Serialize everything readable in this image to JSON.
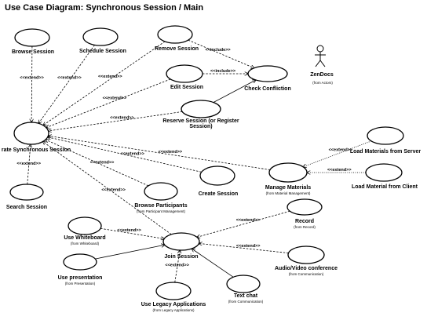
{
  "diagram": {
    "title": "Use Case Diagram: Synchronous Session / Main",
    "use_cases": [
      {
        "id": "browse_session",
        "label": "Browse Session"
      },
      {
        "id": "schedule_session",
        "label": "Schedule Session"
      },
      {
        "id": "remove_session",
        "label": "Remove Session"
      },
      {
        "id": "edit_session",
        "label": "Edit Session"
      },
      {
        "id": "check_conflict",
        "label": "Check Confliction"
      },
      {
        "id": "reserve_session",
        "label": "Reserve Session (or Register",
        "label2": "Session)"
      },
      {
        "id": "sync_session",
        "label": "rate Synchronous Session"
      },
      {
        "id": "search_session",
        "label": "Search Session"
      },
      {
        "id": "browse_participants",
        "label": "Browse Participants",
        "sub": "(from Participant Management)"
      },
      {
        "id": "create_session",
        "label": "Create Session"
      },
      {
        "id": "manage_materials",
        "label": "Manage Materials",
        "sub": "(from Material Management)"
      },
      {
        "id": "load_from_server",
        "label": "Load Materials from Server"
      },
      {
        "id": "load_from_client",
        "label": "Load Material from Client"
      },
      {
        "id": "record",
        "label": "Record",
        "sub": "(from Record)"
      },
      {
        "id": "use_whiteboard",
        "label": "Use Whiteboard",
        "sub": "(from Whiteboard)"
      },
      {
        "id": "join_session",
        "label": "Join Session"
      },
      {
        "id": "audio_video",
        "label": "Audio/Video conference",
        "sub": "(from Communication)"
      },
      {
        "id": "use_presentation",
        "label": "Use presentation",
        "sub": "(from Presentation)"
      },
      {
        "id": "text_chat",
        "label": "Text chat",
        "sub": "(from Communication)"
      },
      {
        "id": "legacy_apps",
        "label": "Use Legacy Applications",
        "sub": "(from Legacy Applications)"
      }
    ],
    "actor": {
      "label": "ZenDocs",
      "sub": "(from Actors)"
    },
    "relations": [
      {
        "from": "browse_session",
        "to": "sync_session",
        "stereotype": "<<extend>>"
      },
      {
        "from": "schedule_session",
        "to": "sync_session",
        "stereotype": "<<extend>>"
      },
      {
        "from": "remove_session",
        "to": "sync_session",
        "stereotype": "<<extend>>"
      },
      {
        "from": "edit_session",
        "to": "sync_session",
        "stereotype": "<<extend>>"
      },
      {
        "from": "reserve_session",
        "to": "sync_session",
        "stereotype": "<<extend>>"
      },
      {
        "from": "search_session",
        "to": "sync_session",
        "stereotype": "<<extend>>"
      },
      {
        "from": "manage_materials",
        "to": "sync_session",
        "stereotype": "<<extend>>"
      },
      {
        "from": "create_session",
        "to": "sync_session",
        "stereotype": "<<extend>>"
      },
      {
        "from": "browse_participants",
        "to": "sync_session",
        "stereotype": "<<extend>>"
      },
      {
        "from": "join_session",
        "to": "sync_session",
        "stereotype": "<<extend>>"
      },
      {
        "from": "remove_session",
        "to": "check_conflict",
        "stereotype": "<<include>>"
      },
      {
        "from": "edit_session",
        "to": "check_conflict",
        "stereotype": "<<include>>"
      },
      {
        "from": "reserve_session",
        "to": "check_conflict",
        "stereotype": ""
      },
      {
        "from": "load_from_server",
        "to": "manage_materials",
        "stereotype": "<<extend>>"
      },
      {
        "from": "load_from_client",
        "to": "manage_materials",
        "stereotype": "<<extend>>"
      },
      {
        "from": "record",
        "to": "join_session",
        "stereotype": "<<extend>>"
      },
      {
        "from": "use_whiteboard",
        "to": "join_session",
        "stereotype": "<<extend>>"
      },
      {
        "from": "audio_video",
        "to": "join_session",
        "stereotype": "<<extend>>"
      },
      {
        "from": "legacy_apps",
        "to": "join_session",
        "stereotype": "<<extend>>"
      },
      {
        "from": "use_presentation",
        "to": "join_session",
        "stereotype": ""
      },
      {
        "from": "text_chat",
        "to": "join_session",
        "stereotype": ""
      }
    ]
  }
}
